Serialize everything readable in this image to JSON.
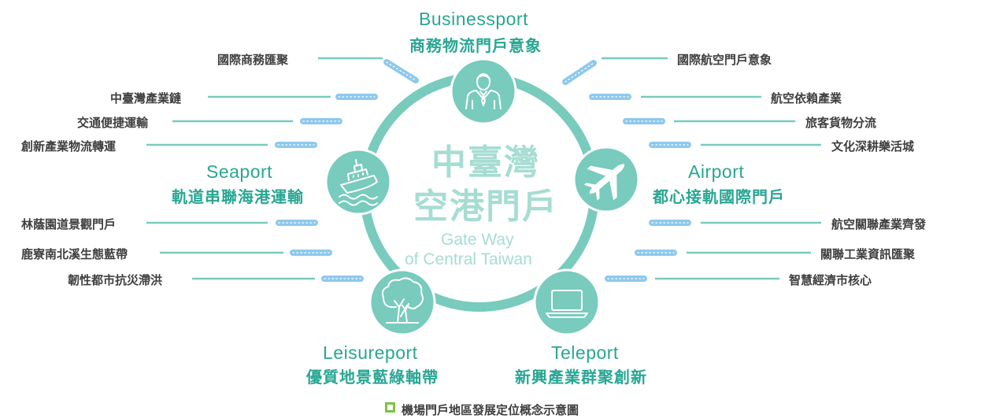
{
  "center": {
    "title_line1": "中臺灣",
    "title_line2": "空港門戶",
    "subtitle_line1": "Gate Way",
    "subtitle_line2": "of Central Taiwan"
  },
  "nodes": {
    "business": {
      "en": "Businessport",
      "zh": "商務物流門戶意象",
      "icon": "businessman-icon"
    },
    "airport": {
      "en": "Airport",
      "zh": "都心接軌國際門戶",
      "icon": "airplane-icon"
    },
    "teleport": {
      "en": "Teleport",
      "zh": "新興產業群聚創新",
      "icon": "laptop-icon"
    },
    "leisureport": {
      "en": "Leisureport",
      "zh": "優質地景藍綠軸帶",
      "icon": "tree-icon"
    },
    "seaport": {
      "en": "Seaport",
      "zh": "軌道串聯海港運輸",
      "icon": "ship-icon"
    }
  },
  "left_items": [
    "國際商務匯聚",
    "中臺灣產業鏈",
    "交通便捷運輸",
    "創新產業物流轉運",
    "林蔭園道景觀門戶",
    "鹿寮南北溪生態藍帶",
    "韌性都市抗災滯洪"
  ],
  "right_items": [
    "國際航空門戶意象",
    "航空依賴產業",
    "旅客貨物分流",
    "文化深耕樂活城",
    "航空關聯產業齊發",
    "關聯工業資訊匯聚",
    "智慧經濟市核心"
  ],
  "caption": "機場門戶地區發展定位概念示意圖",
  "colors": {
    "teal": "#78cbbd",
    "teal_dark": "#29a693",
    "light_blue": "#8ec9ec",
    "legend_green": "#7fc241"
  }
}
